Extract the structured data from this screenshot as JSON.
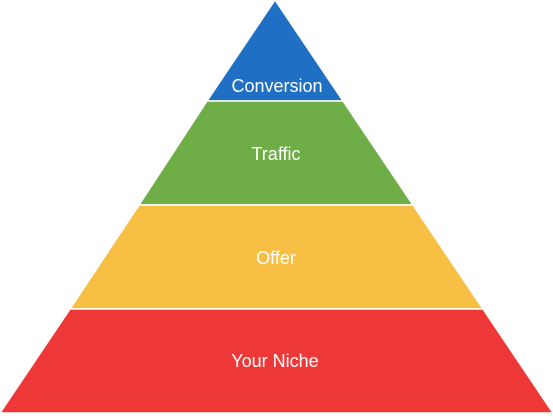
{
  "pyramid": {
    "levels": [
      {
        "label": "Conversion",
        "color": "#1f6fc5"
      },
      {
        "label": "Traffic",
        "color": "#6fad46"
      },
      {
        "label": "Offer",
        "color": "#f7c044"
      },
      {
        "label": "Your Niche",
        "color": "#ee3837"
      }
    ]
  }
}
